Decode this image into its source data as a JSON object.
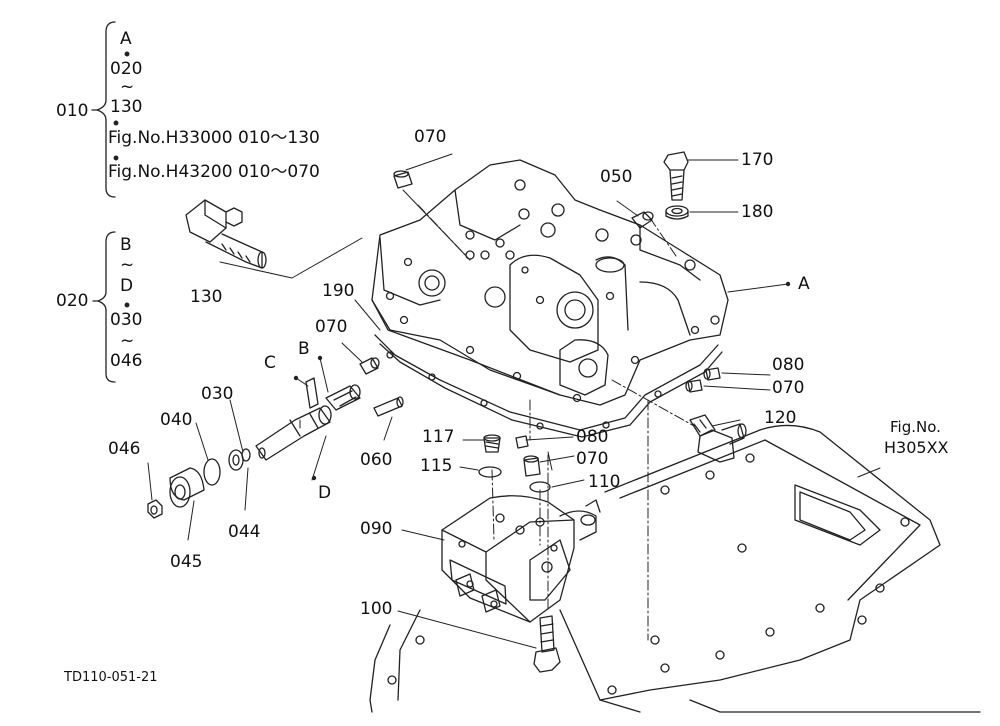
{
  "legend_a": {
    "group": "010",
    "lines": [
      "A",
      "020",
      "~",
      "130",
      "Fig.No.H33000  010～130",
      "Fig.No.H43200  010～070"
    ]
  },
  "legend_b": {
    "group": "020",
    "lines": [
      "B",
      "~",
      "D",
      "030",
      "~",
      "046"
    ]
  },
  "callouts": {
    "p070a": "070",
    "p050": "050",
    "p170": "170",
    "p180": "180",
    "p130": "130",
    "p190": "190",
    "pA": "A",
    "p070b": "070",
    "pB": "B",
    "pC": "C",
    "p080a": "080",
    "p070c": "070",
    "p030": "030",
    "p040": "040",
    "p120": "120",
    "p046": "046",
    "p117": "117",
    "p080b": "080",
    "p060": "060",
    "p115": "115",
    "p070d": "070",
    "pD": "D",
    "p110": "110",
    "p044": "044",
    "p045": "045",
    "p090": "090",
    "p100": "100"
  },
  "fig_ref": {
    "line1": "Fig.No.",
    "line2": "H305XX"
  },
  "drawing_code": "TD110-051-21"
}
